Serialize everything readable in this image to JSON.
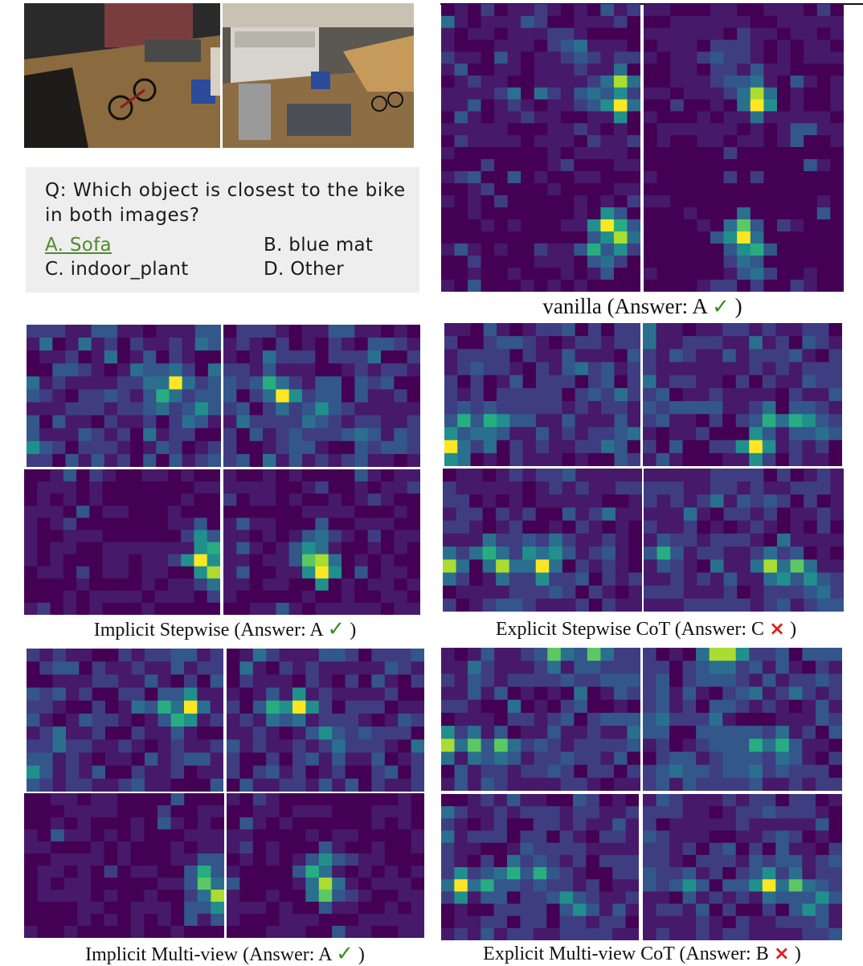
{
  "question": {
    "text": "Q: Which object is closest to the bike in both images?",
    "options": [
      {
        "label": "A. Sofa",
        "correct": true
      },
      {
        "label": "B. blue mat",
        "correct": false
      },
      {
        "label": "C. indoor_plant",
        "correct": false
      },
      {
        "label": "D. Other",
        "correct": false
      }
    ]
  },
  "panels": [
    {
      "id": "vanilla",
      "name": "vanilla",
      "answer_prefix": "(Answer: A",
      "mark": "✓",
      "mark_type": "correct",
      "suffix": ")"
    },
    {
      "id": "implicit-stepwise",
      "name": "Implicit Stepwise",
      "answer_prefix": "(Answer: A",
      "mark": "✓",
      "mark_type": "correct",
      "suffix": ")"
    },
    {
      "id": "explicit-stepwise-cot",
      "name": "Explicit Stepwise CoT",
      "answer_prefix": "(Answer: C",
      "mark": "×",
      "mark_type": "wrong",
      "suffix": ")"
    },
    {
      "id": "implicit-multi-view",
      "name": "Implicit Multi-view",
      "answer_prefix": "(Answer: A",
      "mark": "✓",
      "mark_type": "correct",
      "suffix": ")"
    },
    {
      "id": "explicit-multi-view-cot",
      "name": "Explicit Multi-view CoT",
      "answer_prefix": "(Answer: B",
      "mark": "×",
      "mark_type": "wrong",
      "suffix": ")"
    }
  ],
  "colors": {
    "correct": "#3c8a26",
    "wrong": "#e02020",
    "colormap": "viridis"
  }
}
